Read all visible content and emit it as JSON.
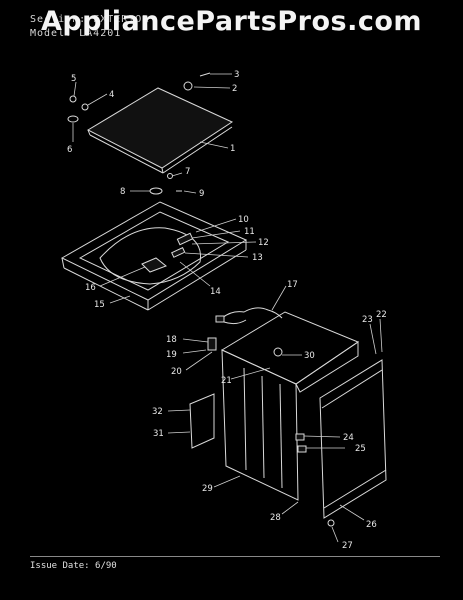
{
  "header": {
    "section_line": "Section:  EXTERIOR",
    "model_line": "Model:  LA4201"
  },
  "watermark": "AppliancePartsPros.com",
  "footer": {
    "issue_date": "Issue Date: 6/90"
  },
  "callouts": [
    "1",
    "2",
    "3",
    "4",
    "5",
    "6",
    "7",
    "8",
    "9",
    "10",
    "11",
    "12",
    "13",
    "14",
    "15",
    "16",
    "17",
    "18",
    "19",
    "20",
    "21",
    "22",
    "23",
    "24",
    "25",
    "26",
    "27",
    "28",
    "29",
    "30",
    "31",
    "32"
  ]
}
